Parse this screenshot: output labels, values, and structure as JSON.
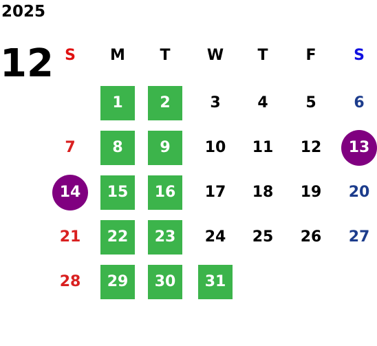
{
  "calendar": {
    "year": "2025",
    "month": "12",
    "weekday_headers": [
      "S",
      "M",
      "T",
      "W",
      "T",
      "F",
      "S"
    ],
    "colors": {
      "highlight_green": "#3cb44b",
      "highlight_purple": "#800080",
      "sunday": "#d92020",
      "saturday": "#1c3c8c"
    },
    "weeks": [
      [
        "",
        "1",
        "2",
        "3",
        "4",
        "5",
        "6"
      ],
      [
        "7",
        "8",
        "9",
        "10",
        "11",
        "12",
        "13"
      ],
      [
        "14",
        "15",
        "16",
        "17",
        "18",
        "19",
        "20"
      ],
      [
        "21",
        "22",
        "23",
        "24",
        "25",
        "26",
        "27"
      ],
      [
        "28",
        "29",
        "30",
        "31",
        "",
        "",
        ""
      ]
    ],
    "green_days": [
      "1",
      "2",
      "8",
      "9",
      "15",
      "16",
      "22",
      "23",
      "29",
      "30",
      "31"
    ],
    "purple_days": [
      "13",
      "14"
    ]
  }
}
